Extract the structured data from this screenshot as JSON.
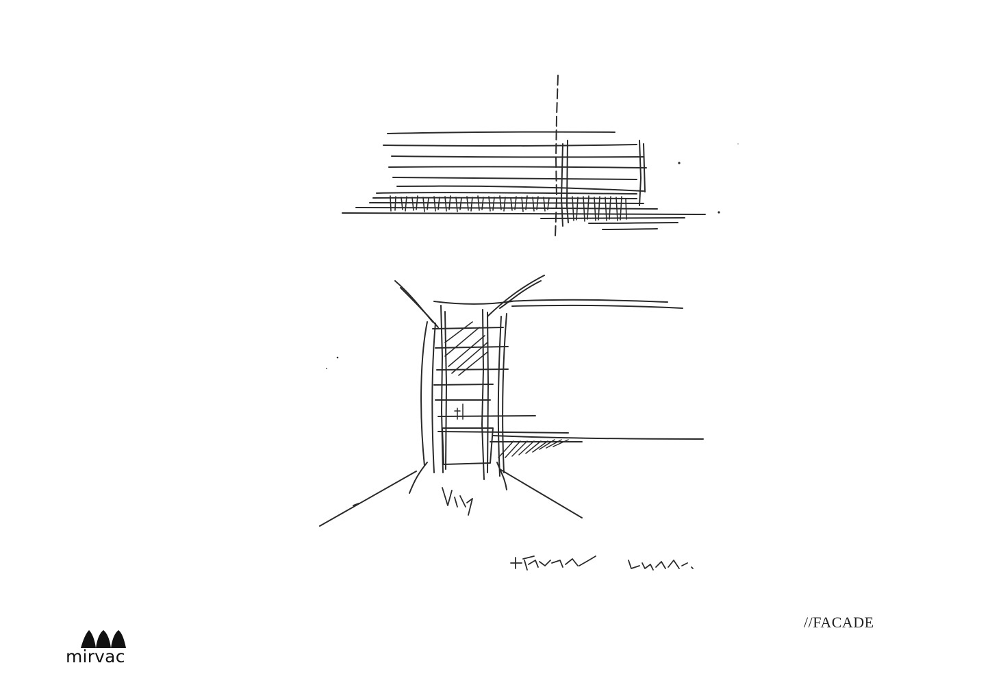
{
  "page": {
    "section_label": "//FACADE"
  },
  "brand": {
    "logo_icon": "mirvac-roof-logo-icon",
    "wordmark": "mirvac",
    "color": "#111111"
  },
  "sketches": [
    {
      "name": "facade-elevation-sketch",
      "icon": "elevation-sketch"
    },
    {
      "name": "facade-perspective-sketch",
      "icon": "perspective-sketch"
    },
    {
      "name": "handwritten-annotation",
      "icon": "handwriting"
    }
  ],
  "colors": {
    "ink": "#2a2a2a",
    "background": "#ffffff"
  }
}
